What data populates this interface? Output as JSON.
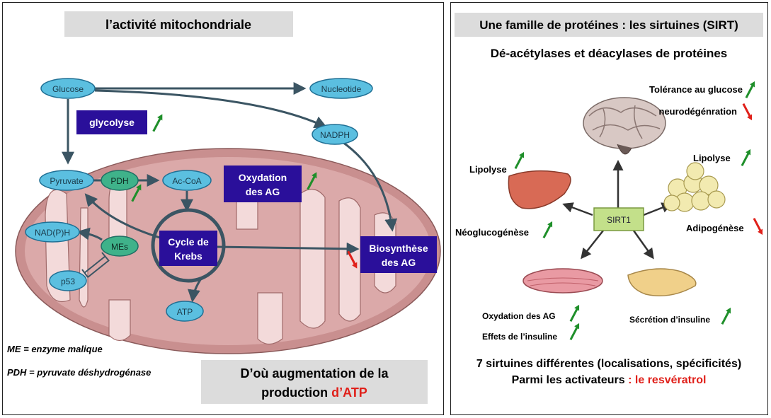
{
  "left": {
    "title": "l’activité mitochondriale",
    "nodes": {
      "glucose": "Glucose",
      "nucleotide": "Nucleotide",
      "nadph": "NADPH",
      "pyruvate": "Pyruvate",
      "pdh": "PDH",
      "acoa": "Ac-CoA",
      "nadph2": "NAD(P)H",
      "mes": "MEs",
      "p53": "p53",
      "atp": "ATP"
    },
    "boxes": {
      "glycolyse": "glycolyse",
      "oxydation_1": "Oxydation",
      "oxydation_2": "des AG",
      "krebs_1": "Cycle de",
      "krebs_2": "Krebs",
      "biosynthese_1": "Biosynthèse",
      "biosynthese_2": "des AG"
    },
    "legend": {
      "me": "ME = enzyme malique",
      "pdh": "PDH = pyruvate déshydrogénase"
    },
    "conclusion": {
      "line1": "D’où augmentation de la",
      "line2_prefix": "production ",
      "line2_highlight": "d’ATP"
    }
  },
  "right": {
    "title": "Une famille de protéines : les sirtuines (SIRT)",
    "subtitle": "Dé-acétylases et déacylases de protéines",
    "center": "SIRT1",
    "labels": {
      "tolerance": "Tolérance au glucose",
      "neuro": "neurodégénration",
      "lipolyse_left": "Lipolyse",
      "lipolyse_right": "Lipolyse",
      "neoglucogenese": "Néoglucogénèse",
      "adipogenese": "Adipogénèse",
      "oxydation_ag": "Oxydation des AG",
      "effets_insuline": "Effets de l’insuline",
      "secretion_insuline": "Sécrétion d’insuline"
    },
    "footer": {
      "line1": "7 sirtuines différentes (localisations, spécificités)",
      "line2_prefix": "Parmi les activateurs ",
      "line2_highlight": ": le resvératrol"
    }
  },
  "colors": {
    "node_fill": "#5bbfe0",
    "node_stroke": "#1f6f94",
    "box_fill": "#2a0f9a",
    "mito_fill": "#c98f8f",
    "mito_inner": "#f3dada",
    "arrow": "#3b5563",
    "up": "#1f8f2a",
    "down": "#e0201a",
    "highlight": "#e0201a",
    "title_bg": "#dcdcdc",
    "sirt_fill": "#c3e08a"
  }
}
